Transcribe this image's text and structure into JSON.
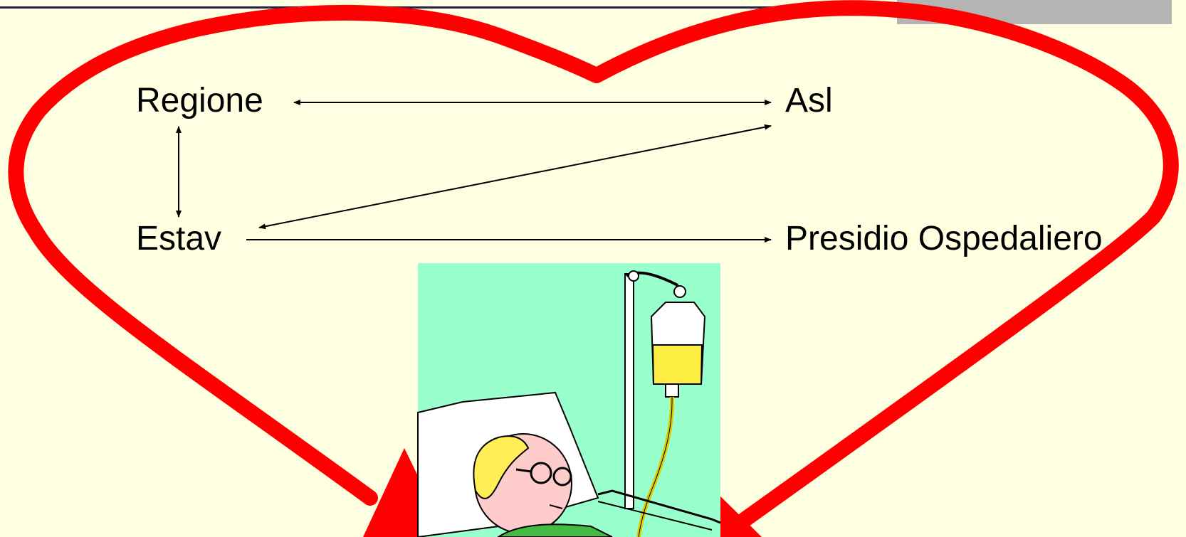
{
  "diagram": {
    "nodes": {
      "regione": "Regione",
      "asl": "Asl",
      "estav": "Estav",
      "presidio": "Presidio Ospedaliero"
    }
  },
  "colors": {
    "background": "#ffffe1",
    "heart_outline": "#ff0000",
    "top_rule": "#2b1d45",
    "header_tab": "#b4b4b4",
    "clipart_background": "#99ffcc",
    "iv_fluid": "#ffee44",
    "patient_skin": "#ffcccc",
    "patient_hair": "#ffee55",
    "patient_gown": "#44bb44"
  },
  "illustration": {
    "subject": "patient-in-hospital-bed-with-iv-drip"
  }
}
